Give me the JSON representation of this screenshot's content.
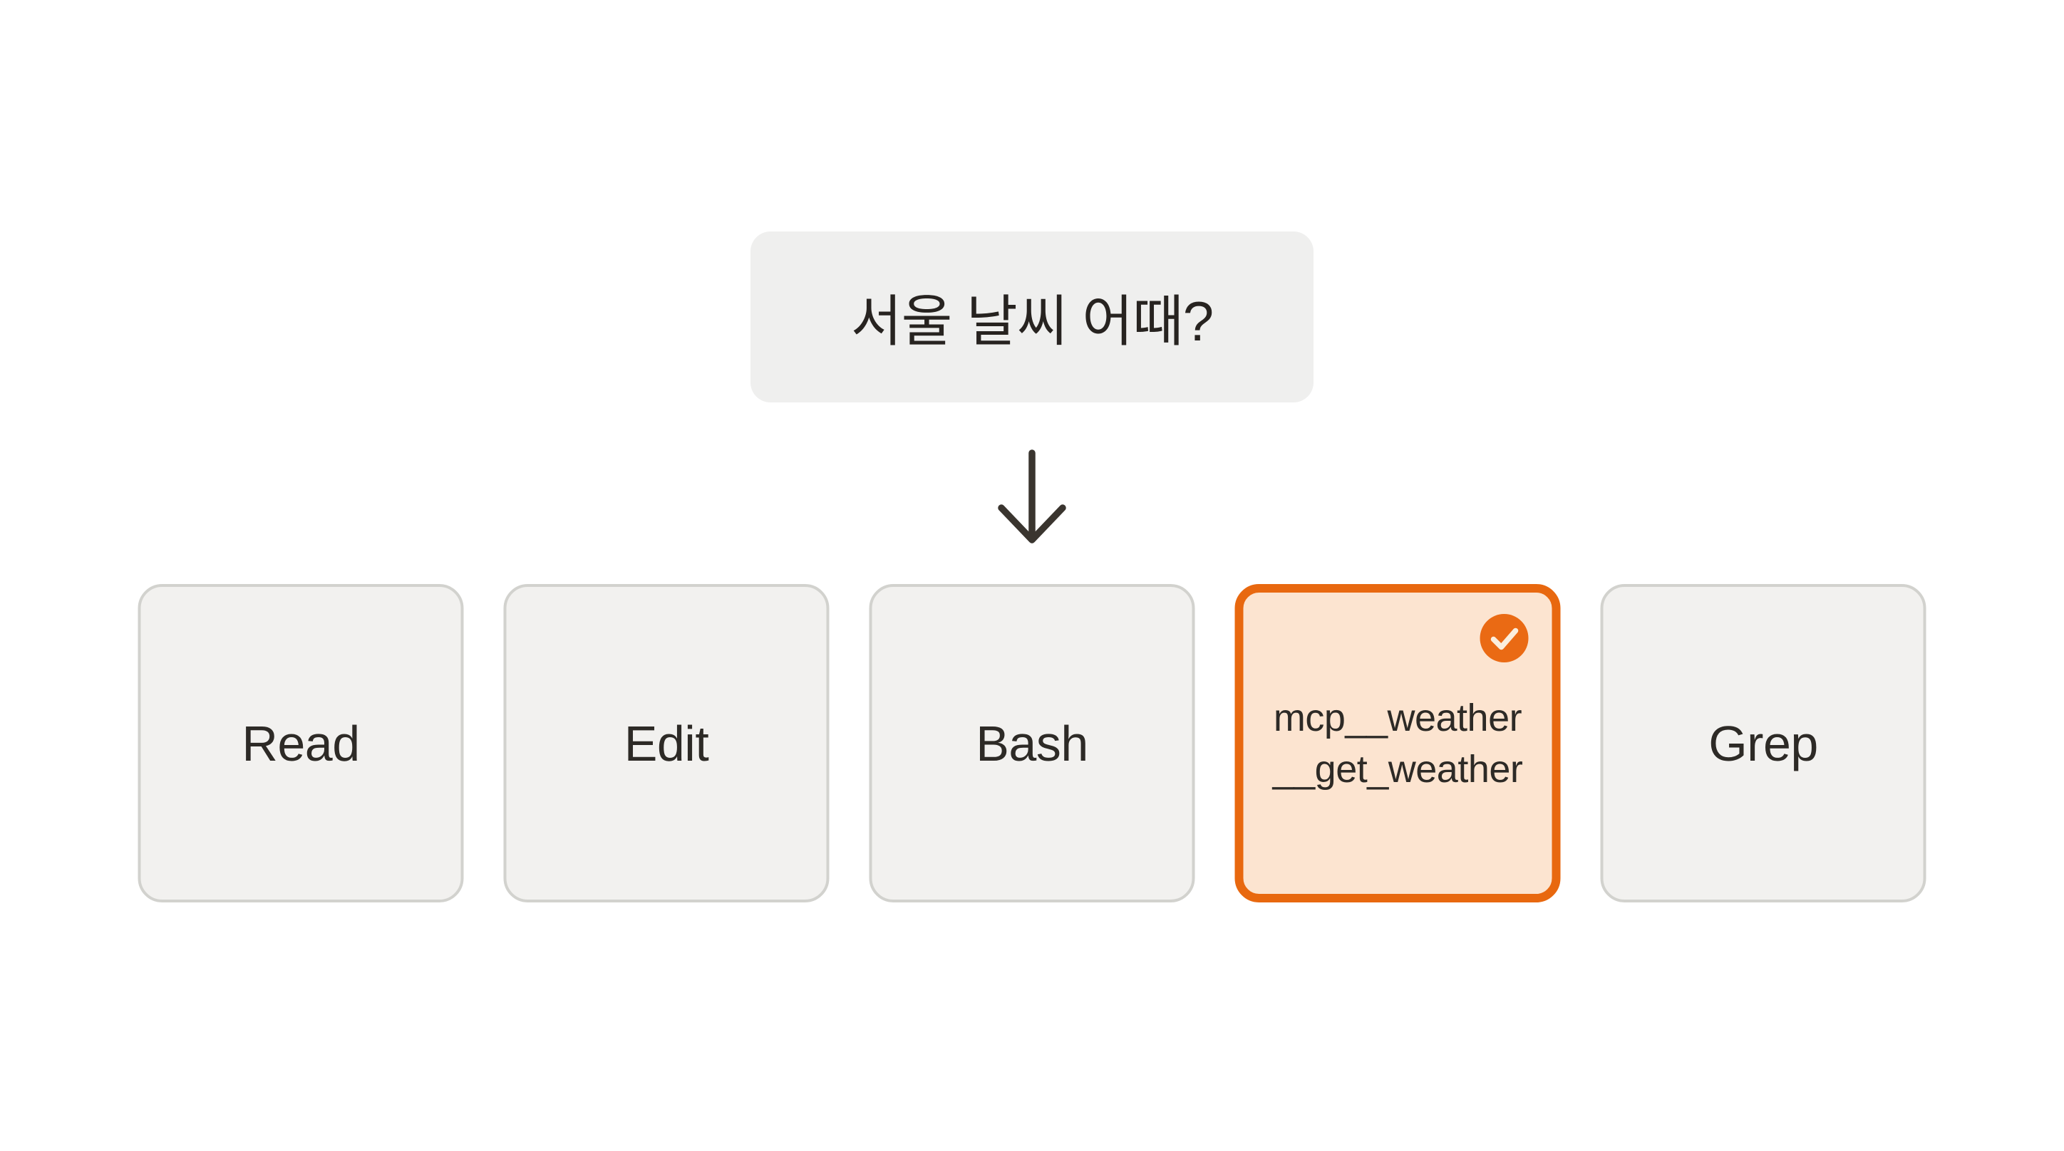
{
  "page": {
    "background": "#ffffff",
    "description": "Tool selection diagram: user query routed to one of five agent tools"
  },
  "prompt_box": {
    "text": "서울 날씨 어때?",
    "bg_color": "#efefee",
    "text_color": "#272320"
  },
  "arrow": {
    "direction": "down",
    "color": "#3a352f"
  },
  "tools": {
    "items": [
      {
        "label": "Read",
        "selected": false
      },
      {
        "label": "Edit",
        "selected": false
      },
      {
        "label": "Bash",
        "selected": false
      },
      {
        "label": "mcp__weather__get_weather",
        "lines": [
          "mcp__weather",
          "__get_weather"
        ],
        "selected": true,
        "badge_icon": "check-icon"
      },
      {
        "label": "Grep",
        "selected": false
      }
    ],
    "colors": {
      "card_bg": "#f2f1ef",
      "card_border": "#d2d2ce",
      "card_text": "#2d2a26",
      "selected_border": "#e8680f",
      "selected_bg": "#fce4d0",
      "badge_bg": "#ea6a14",
      "badge_check": "#fbeedd"
    }
  }
}
